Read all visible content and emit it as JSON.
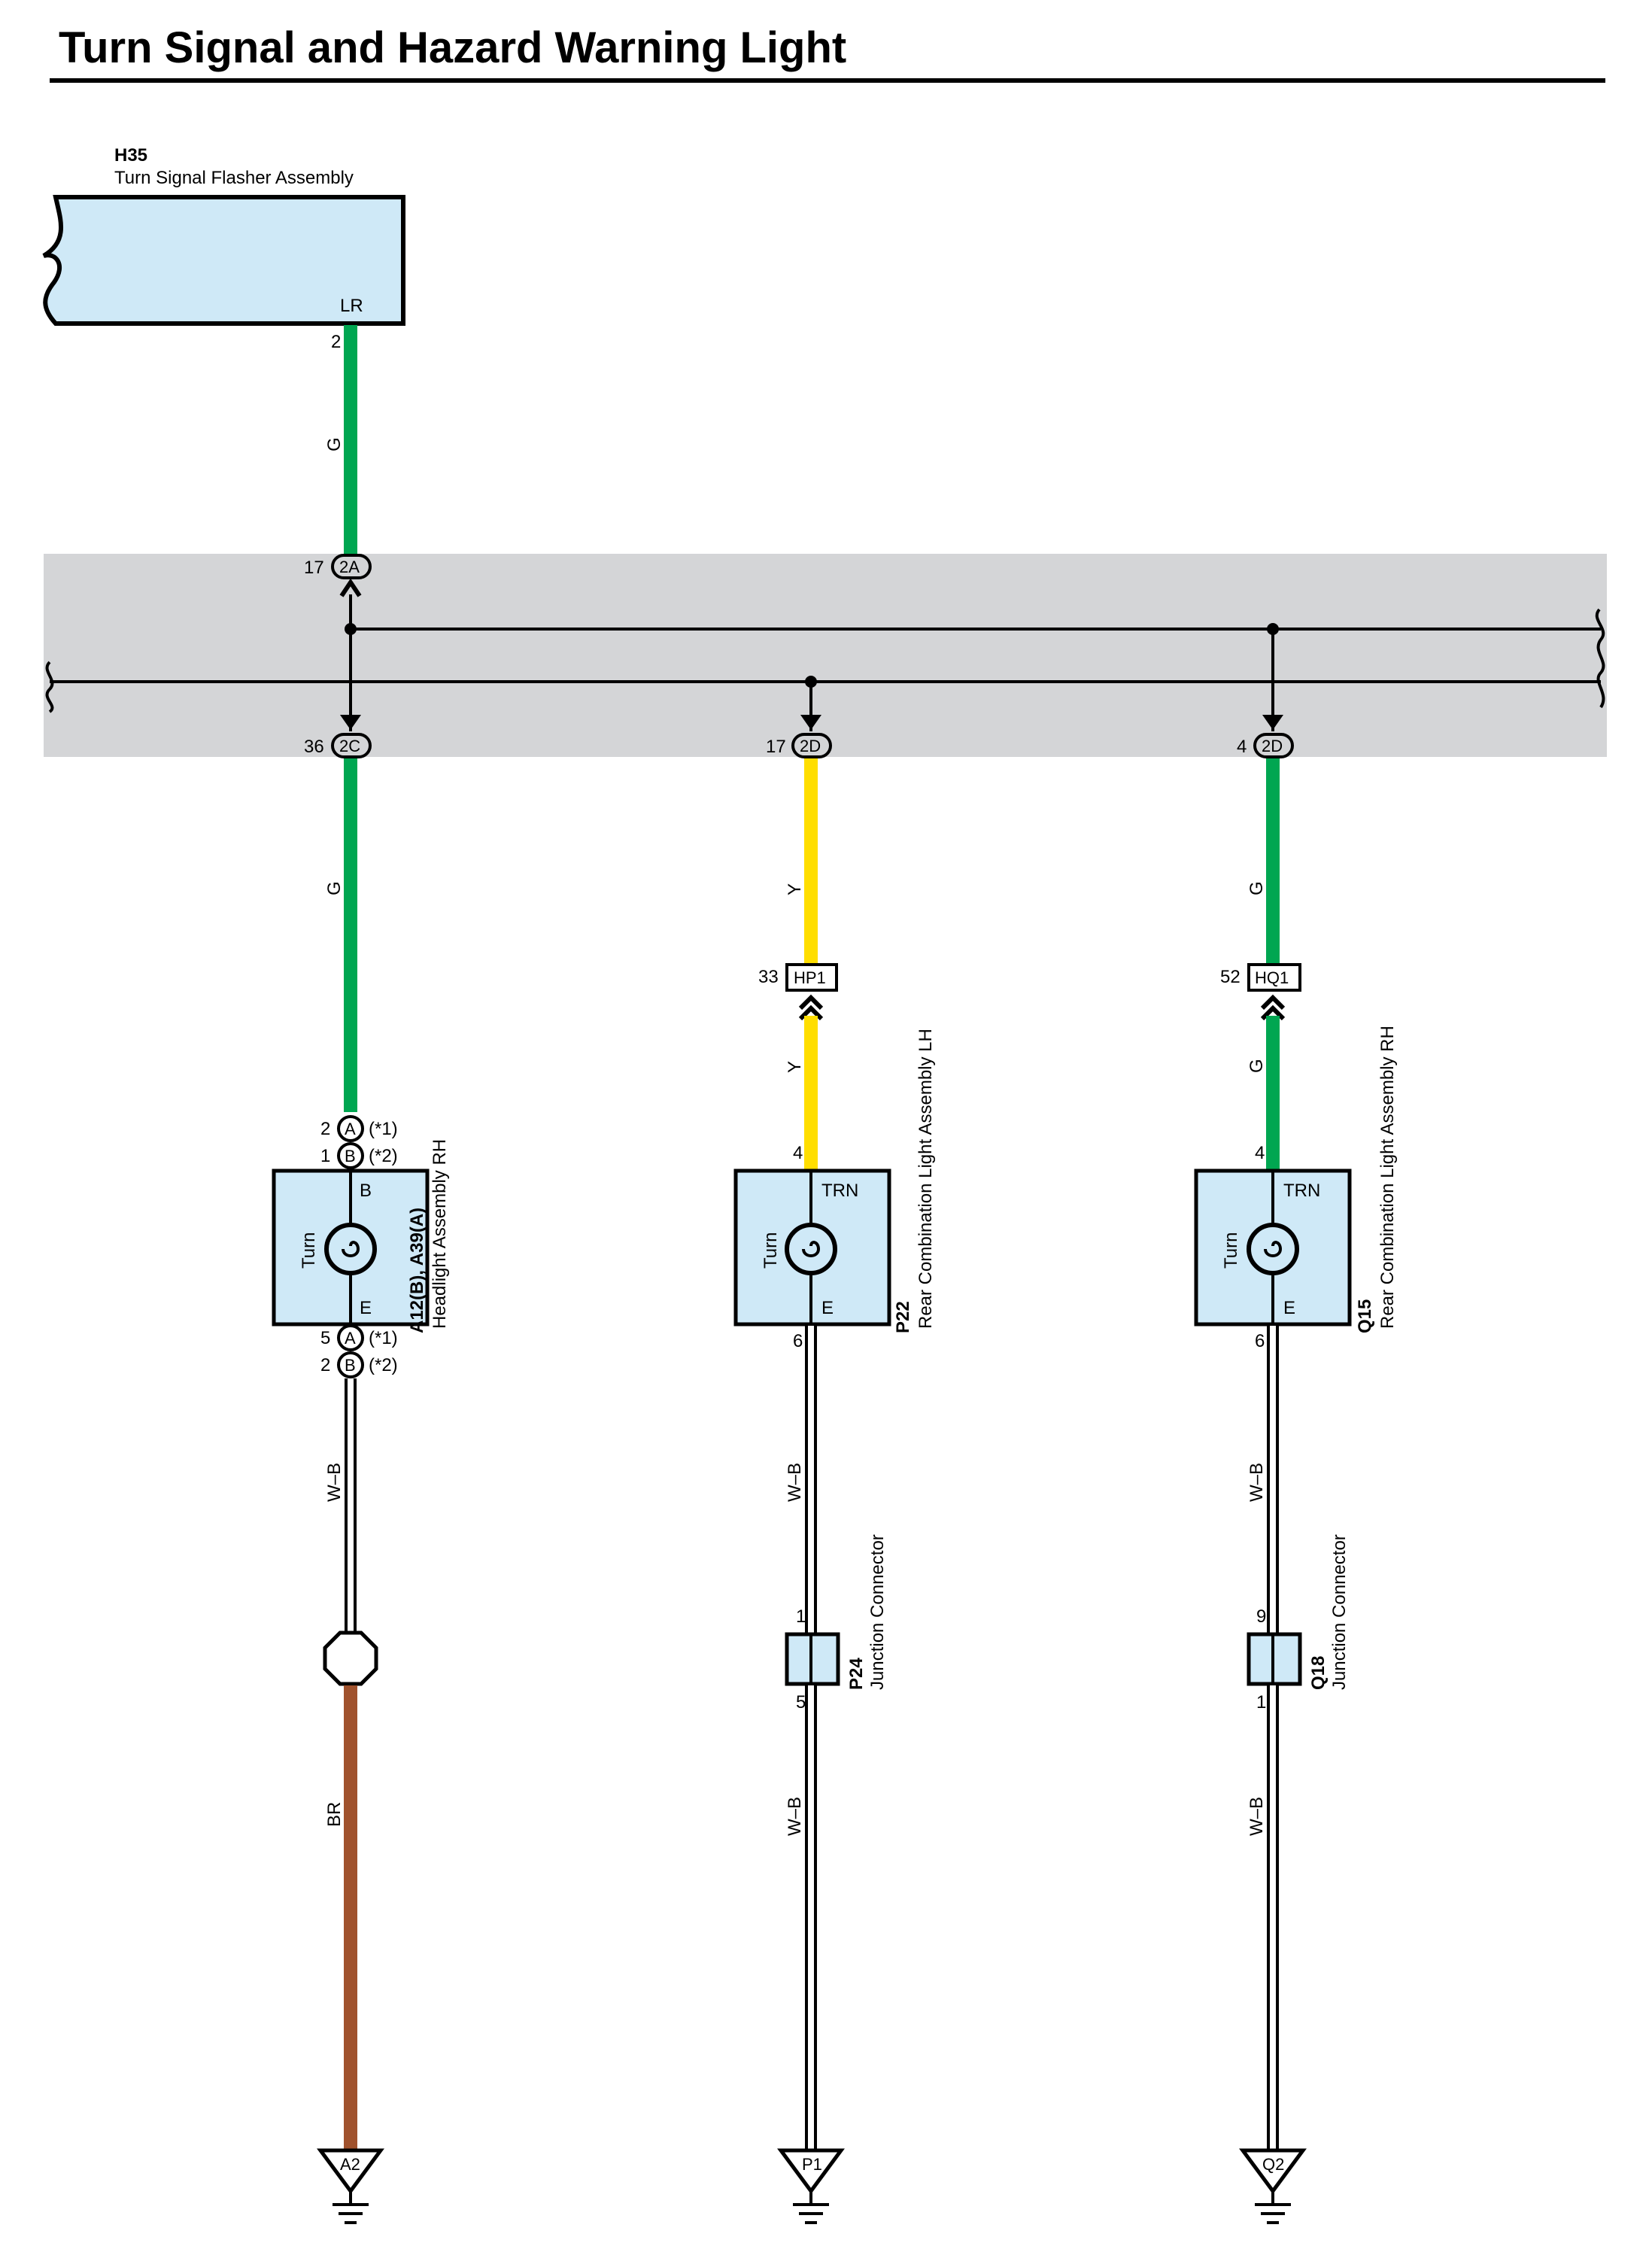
{
  "title": "Turn Signal and Hazard Warning Light",
  "colors": {
    "component_fill": "#cfe9f7",
    "junction_block": "#d4d5d7",
    "wire_G": "#00a651",
    "wire_Y": "#ffde00",
    "wire_BR": "#a0522d",
    "wire_WB": "#ffffff"
  },
  "flasher": {
    "code": "H35",
    "name": "Turn Signal Flasher Assembly",
    "terminal": "LR",
    "pin": "2",
    "wire": "G"
  },
  "junction": {
    "top_pin": "17",
    "top_connector": "2A",
    "outputs": [
      {
        "pin": "36",
        "connector": "2C"
      },
      {
        "pin": "17",
        "connector": "2D"
      },
      {
        "pin": "4",
        "connector": "2D"
      }
    ]
  },
  "branches": [
    {
      "wire_upper": "G",
      "connectors_top": [
        {
          "pin": "2",
          "letter": "A",
          "note": "(*1)"
        },
        {
          "pin": "1",
          "letter": "B",
          "note": "(*2)"
        }
      ],
      "component": {
        "code": "A12(B), A39(A)",
        "name": "Headlight Assembly RH",
        "bulb_label": "Turn",
        "term_top": "B",
        "term_bottom": "E"
      },
      "connectors_bottom": [
        {
          "pin": "5",
          "letter": "A",
          "note": "(*1)"
        },
        {
          "pin": "2",
          "letter": "B",
          "note": "(*2)"
        }
      ],
      "wire_mid": "W–B",
      "wire_lower": "BR",
      "ground": "A2"
    },
    {
      "wire_upper": "Y",
      "inline": {
        "pin": "33",
        "code": "HP1"
      },
      "wire_upper2": "Y",
      "pin_top": "4",
      "component": {
        "code": "P22",
        "name": "Rear Combination Light Assembly LH",
        "bulb_label": "Turn",
        "term_top": "TRN",
        "term_bottom": "E"
      },
      "pin_bottom": "6",
      "wire_mid": "W–B",
      "jc": {
        "code": "P24",
        "name": "Junction Connector",
        "pin_in": "1",
        "pin_out": "5"
      },
      "wire_lower": "W–B",
      "ground": "P1"
    },
    {
      "wire_upper": "G",
      "inline": {
        "pin": "52",
        "code": "HQ1"
      },
      "wire_upper2": "G",
      "pin_top": "4",
      "component": {
        "code": "Q15",
        "name": "Rear Combination Light Assembly RH",
        "bulb_label": "Turn",
        "term_top": "TRN",
        "term_bottom": "E"
      },
      "pin_bottom": "6",
      "wire_mid": "W–B",
      "jc": {
        "code": "Q18",
        "name": "Junction Connector",
        "pin_in": "9",
        "pin_out": "1"
      },
      "wire_lower": "W–B",
      "ground": "Q2"
    }
  ]
}
